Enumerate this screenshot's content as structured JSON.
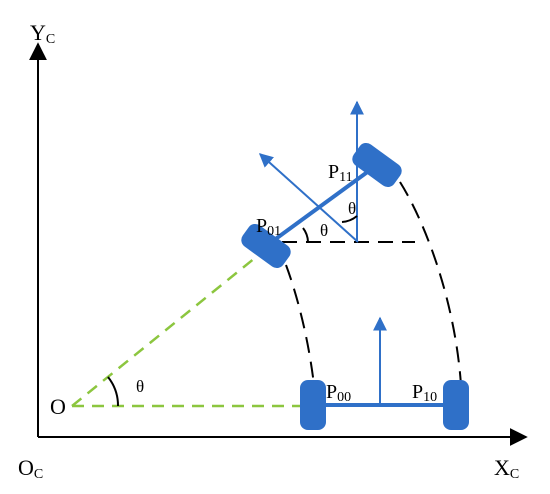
{
  "axes": {
    "y_label": "Y",
    "y_sub": "C",
    "x_label": "X",
    "x_sub": "C",
    "origin_label": "O",
    "origin_sub": "C"
  },
  "points": {
    "o": "O",
    "p00": {
      "main": "P",
      "sub": "00"
    },
    "p10": {
      "main": "P",
      "sub": "10"
    },
    "p01": {
      "main": "P",
      "sub": "01"
    },
    "p11": {
      "main": "P",
      "sub": "11"
    }
  },
  "angles": {
    "at_o": "θ",
    "at_p01": "θ",
    "vertical": "θ"
  },
  "colors": {
    "wheel_blue": "#2f70c8",
    "dashed_green": "#8cc63f",
    "axis_black": "#000000"
  }
}
